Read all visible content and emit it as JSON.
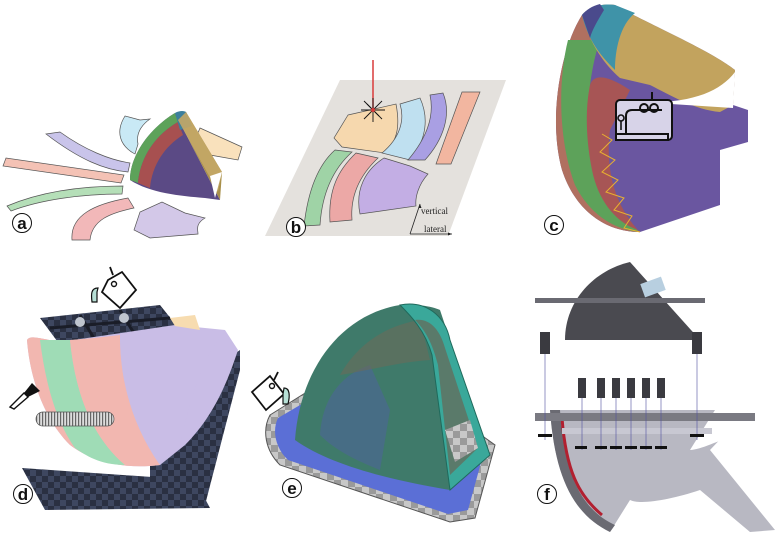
{
  "figure": {
    "panels": [
      {
        "id": "a",
        "label": "a",
        "description": "Cut fabric pattern pieces arranged around a 3D cone-like shell (socket) colored by segment"
      },
      {
        "id": "b",
        "label": "b",
        "description": "Flattened pattern pieces laid out on fabric sheet being laser-cut",
        "axes": {
          "vertical": "vertical",
          "lateral": "lateral"
        }
      },
      {
        "id": "c",
        "label": "c",
        "description": "Pieces sewn together into 3D shell with zig-zag stitch seams",
        "icon": "sewing-machine-icon"
      },
      {
        "id": "d",
        "label": "d",
        "description": "Sewn fabric stretched over 3D-printed mold, glue brushed and resin poured",
        "icons": [
          "pour-bucket-icon",
          "paint-brush-icon"
        ]
      },
      {
        "id": "e",
        "label": "e",
        "description": "Fabric shell on base flange with silicone rim, resin poured",
        "icon": "pour-bucket-icon"
      },
      {
        "id": "f",
        "label": "f",
        "description": "Exploded cross-section view of mold assembly with bolts, plates and sealing profile"
      }
    ],
    "colors": {
      "pink": "#f2b7b0",
      "green": "#9fd3a6",
      "lavender": "#c9bde6",
      "light_blue": "#bfe3f2",
      "peach": "#f7dcb0",
      "salmon": "#f4b8a2",
      "purple_dark": "#5b4a85",
      "olive_tan": "#b59a5b",
      "teal": "#3aa89a",
      "mold_dark": "#2a3042",
      "metal_grey": "#a8a8b0",
      "laser_red": "#d93a3a",
      "stitch_yellow": "#e8b030"
    }
  }
}
